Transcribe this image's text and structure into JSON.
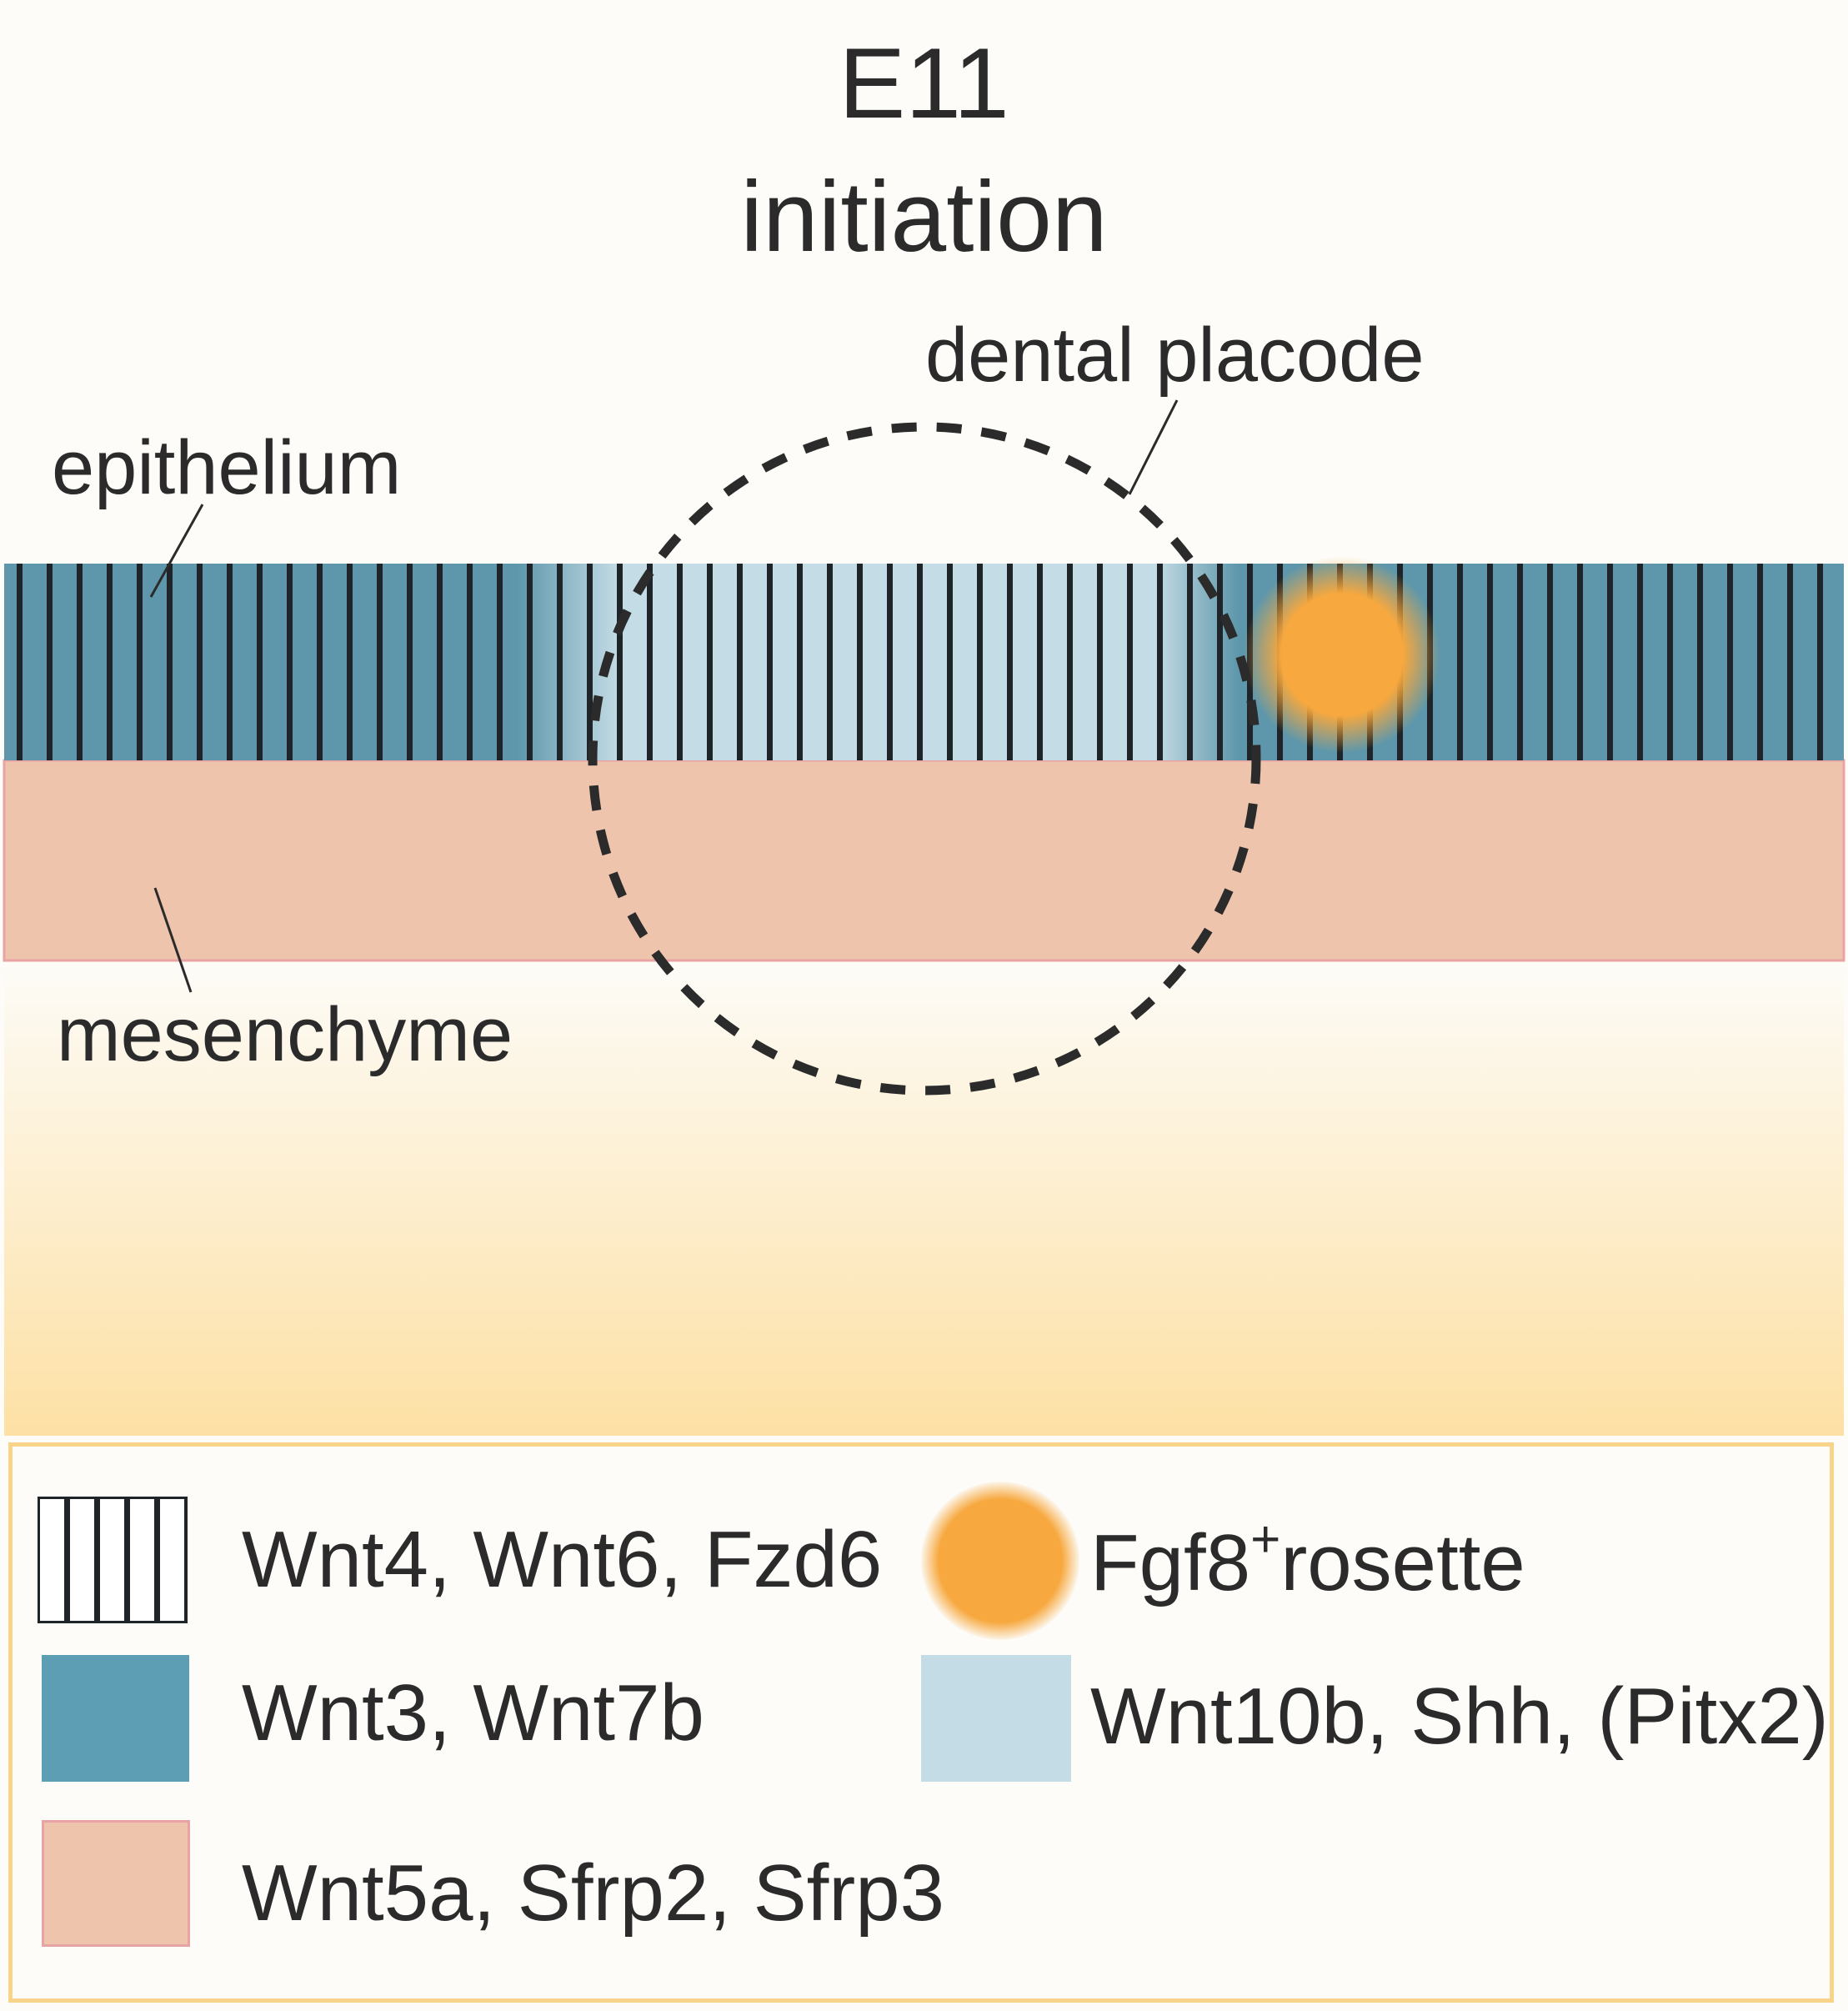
{
  "title": {
    "stage": "E11",
    "phase": "initiation"
  },
  "labels": {
    "epithelium": "epithelium",
    "mesenchyme": "mesenchyme",
    "dental_placode": "dental placode"
  },
  "colors": {
    "background": "#fdfcf8",
    "epithelium_dark": "#5e97ab",
    "epithelium_light": "#c4dce5",
    "mesenchyme": "#efc4ad",
    "mesenchyme_border": "#e8a4a4",
    "yellow_gradient": "#fde0a4",
    "rosette": "#f7a83e",
    "stripe": "#1e2428",
    "dashed_circle": "#2b2b2b",
    "legend_border": "#f8d48a"
  },
  "legend": {
    "stripes": {
      "label": "Wnt4, Wnt6, Fzd6",
      "icon": "vertical-stripes"
    },
    "dark_blue": {
      "label": "Wnt3, Wnt7b"
    },
    "pink": {
      "label": "Wnt5a, Sfrp2, Sfrp3"
    },
    "orange": {
      "label_main": "Fgf8",
      "label_sup": "+",
      "label_rest": "rosette",
      "icon": "orange-blurred-circle"
    },
    "light_blue": {
      "label": "Wnt10b, Shh, (Pitx2)"
    }
  }
}
